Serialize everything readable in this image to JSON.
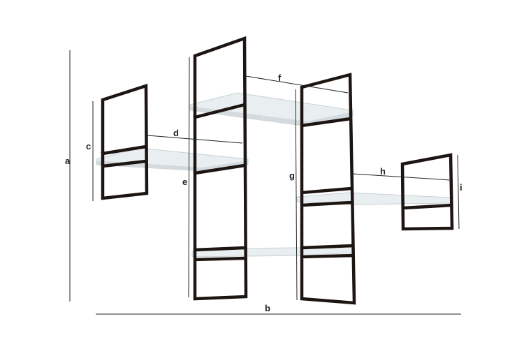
{
  "diagram": {
    "dimension_labels": {
      "a": "a",
      "b": "b",
      "c": "c",
      "d": "d",
      "e": "e",
      "f": "f",
      "g": "g",
      "h": "h",
      "i": "i"
    },
    "colors": {
      "frame": "#1d1512",
      "shelf": "#e9eff1",
      "dimension_line": "#222222"
    }
  }
}
